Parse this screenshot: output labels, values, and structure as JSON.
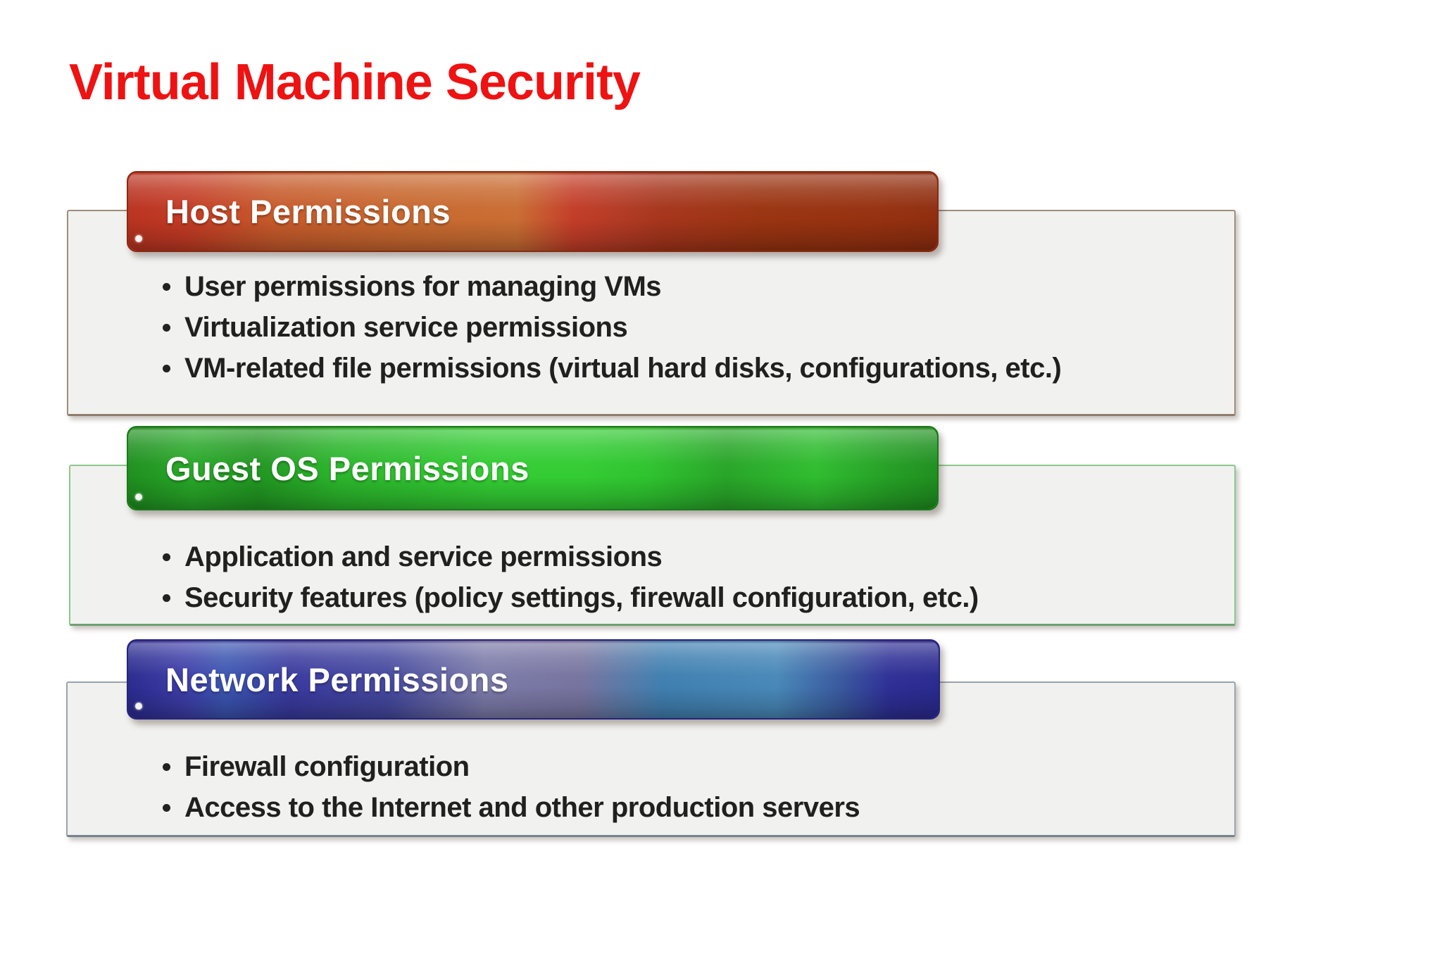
{
  "slide": {
    "title": "Virtual Machine Security"
  },
  "colors": {
    "title_red": "#ee1212",
    "panel_fill": "#f1f1ef",
    "bullet_text": "#202020",
    "banner_text": "#ffffff",
    "host_banner_accent": "#c8682f",
    "host_panel_border": "#a08d7a",
    "guest_banner_accent": "#33cc33",
    "guest_panel_border": "#8cc88c",
    "network_banner_accent": "#39399e",
    "network_panel_border": "#9aa3ad"
  },
  "sections": [
    {
      "header": "Host Permissions",
      "bullets": [
        "User permissions for managing VMs",
        "Virtualization service permissions",
        "VM-related file permissions (virtual hard disks, configurations, etc.)"
      ]
    },
    {
      "header": "Guest OS Permissions",
      "bullets": [
        "Application and service permissions",
        "Security features (policy settings, firewall configuration, etc.)"
      ]
    },
    {
      "header": "Network Permissions",
      "bullets": [
        "Firewall configuration",
        "Access to the Internet and other production servers"
      ]
    }
  ]
}
